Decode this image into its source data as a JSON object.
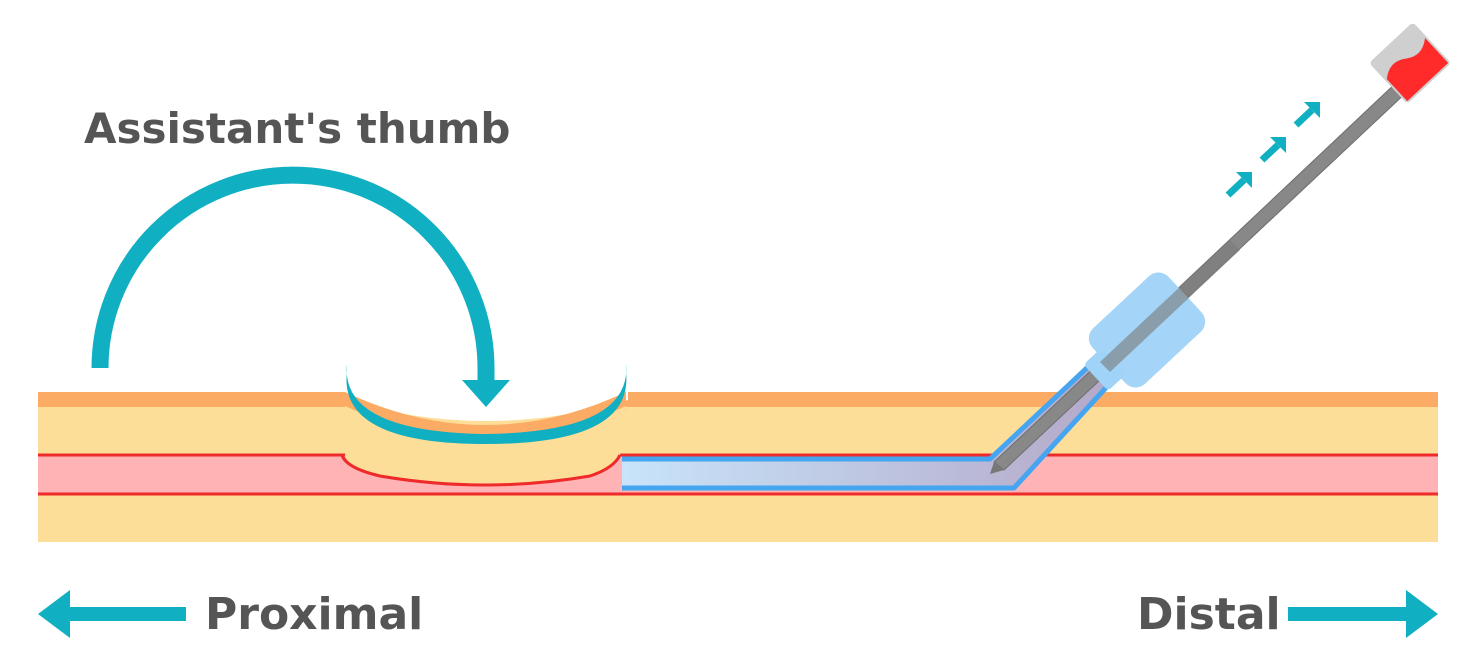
{
  "labels": {
    "thumb": "Assistant's thumb",
    "proximal": "Proximal",
    "distal": "Distal"
  },
  "colors": {
    "skin_surface": "#FBAB64",
    "tissue": "#FDDE98",
    "vessel_fill": "#FFB3B5",
    "vessel_wall": "#EE2A2A",
    "accent_teal": "#10AFC2",
    "catheter_blue": "#46A5F0",
    "catheter_light": "#B9DCF8",
    "hub_blue": "#9FD3F8",
    "needle_gray": "#888888",
    "flash_red": "#FF2A2A",
    "text_gray": "#555555"
  },
  "icons": {
    "thumb_arrow": "curved-arrow-icon",
    "proximal_arrow": "arrow-left-icon",
    "distal_arrow": "arrow-right-icon",
    "motion_arrows": "chevron-up-right-icon"
  }
}
